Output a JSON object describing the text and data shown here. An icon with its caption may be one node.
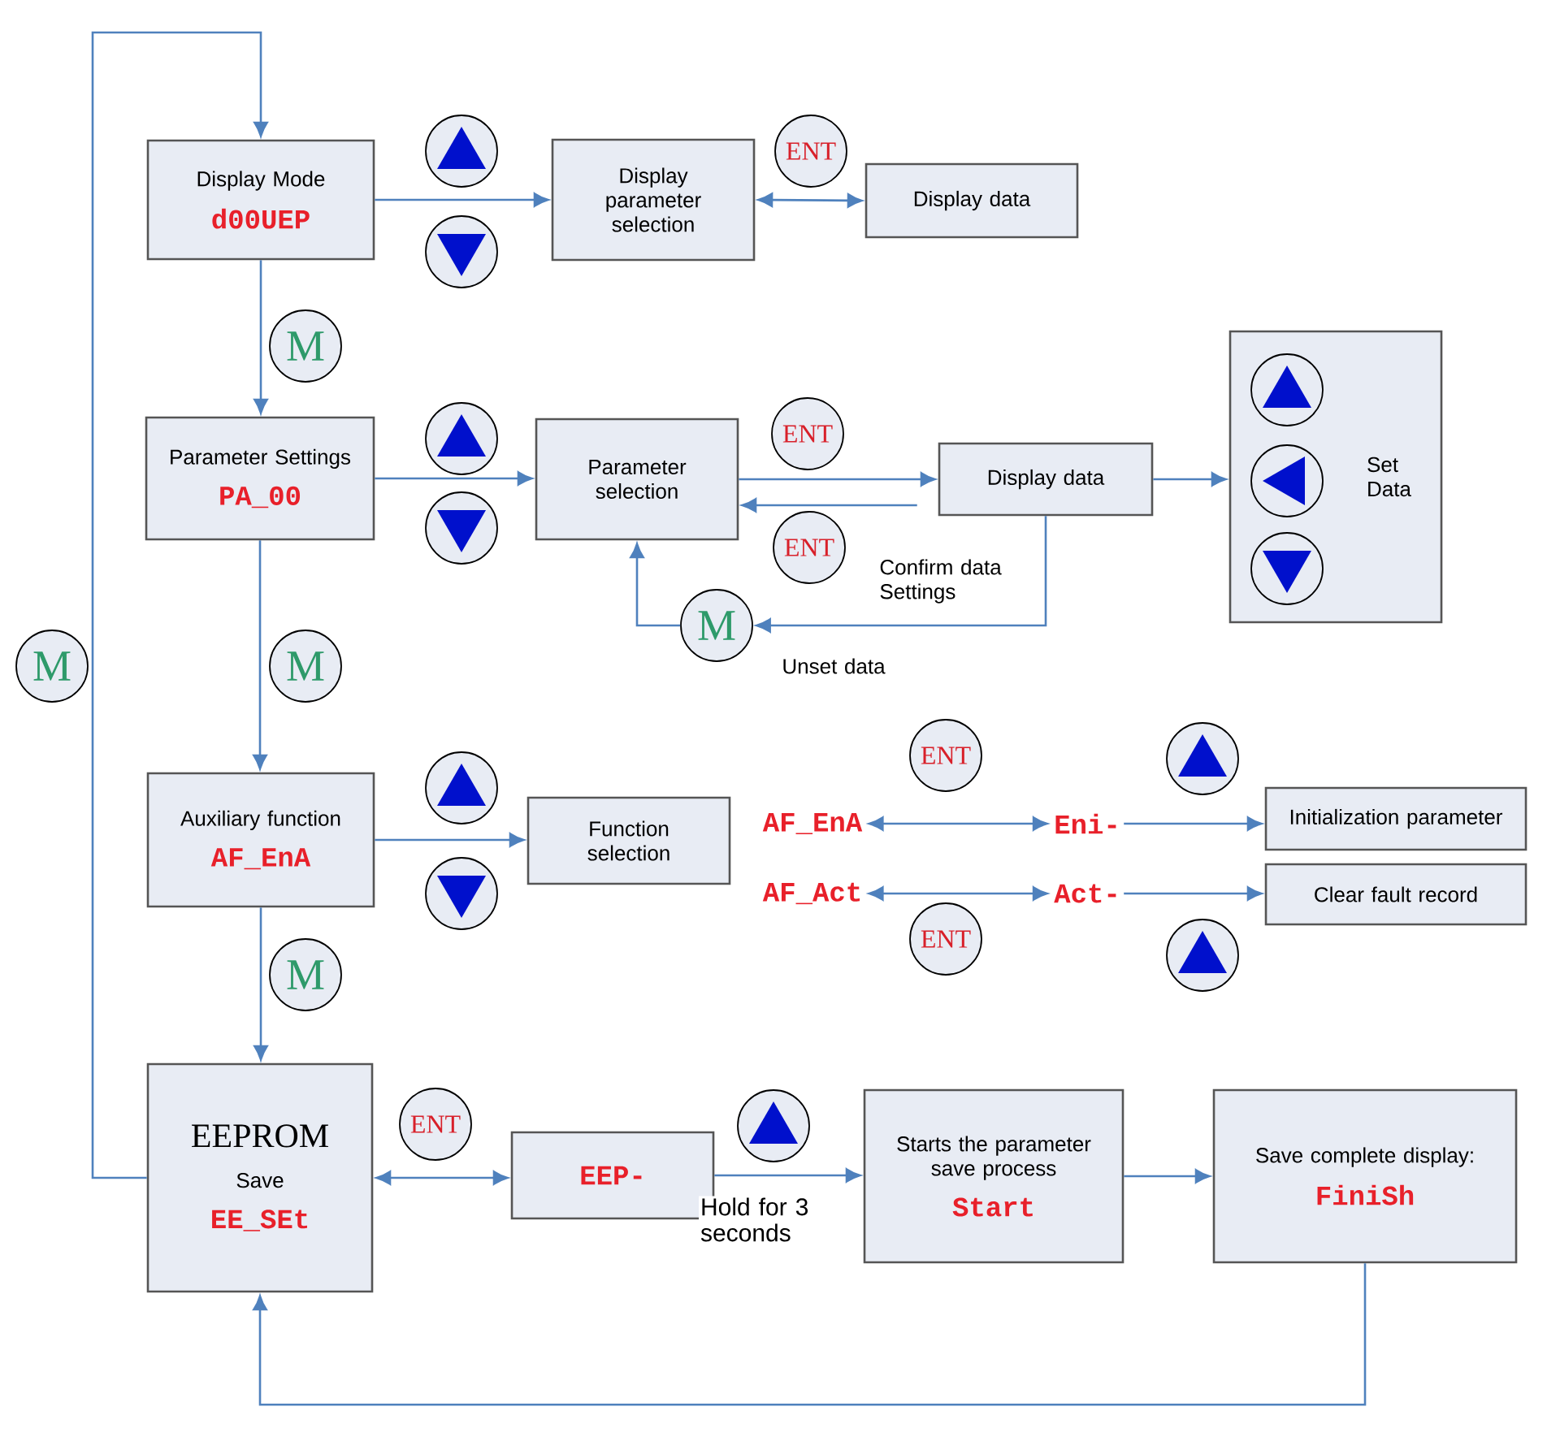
{
  "diagram": {
    "nodes": [
      {
        "text": [
          "Display Mode",
          "d00UEP"
        ]
      },
      {
        "text": [
          "Display parameter selection"
        ]
      },
      {
        "text": [
          "ENT"
        ]
      },
      {
        "text": [
          "Display data"
        ]
      },
      {
        "text": [
          "M"
        ]
      },
      {
        "text": [
          "Parameter Settings",
          "PA_00"
        ]
      },
      {
        "text": [
          "Parameter selection"
        ]
      },
      {
        "text": [
          "ENT"
        ]
      },
      {
        "text": [
          "Display data"
        ]
      },
      {
        "text": [
          "Set Data"
        ]
      },
      {
        "text": [
          "ENT"
        ],
        "beside": [
          "Confirm data Settings"
        ]
      },
      {
        "text": [
          "M"
        ],
        "beside": [
          "Unset data"
        ]
      },
      {
        "text": [
          "M"
        ]
      },
      {
        "text": [
          "M"
        ]
      },
      {
        "text": [
          "Auxiliary function",
          "AF_EnA"
        ]
      },
      {
        "text": [
          "Function selection"
        ]
      },
      {
        "text": [
          "ENT"
        ]
      },
      {
        "text": [
          "AF_EnA"
        ]
      },
      {
        "text": [
          "Eni-"
        ]
      },
      {
        "text": [
          "Initialization parameter"
        ]
      },
      {
        "text": [
          "AF_Act"
        ]
      },
      {
        "text": [
          "Act-"
        ]
      },
      {
        "text": [
          "Clear fault record"
        ]
      },
      {
        "text": [
          "ENT"
        ]
      },
      {
        "text": [
          "M"
        ]
      },
      {
        "text": [
          "EEPROM",
          "Save",
          "EE_SEt"
        ]
      },
      {
        "text": [
          "ENT"
        ]
      },
      {
        "text": [
          "EEP-"
        ]
      },
      {
        "text": [
          "Starts the parameter save process",
          "Start"
        ]
      },
      {
        "text": [
          "Save complete display:",
          "FiniSh"
        ]
      }
    ],
    "edges": [
      {
        "from": 0,
        "to": 1,
        "arrow": "to"
      },
      {
        "from": 1,
        "to": 3,
        "arrow": "both"
      },
      {
        "from": 0,
        "to": 5,
        "arrow": "to"
      },
      {
        "from": 5,
        "to": 6,
        "arrow": "to"
      },
      {
        "from": 6,
        "to": 8,
        "arrow": "to"
      },
      {
        "from": 8,
        "to": 6,
        "arrow": "to"
      },
      {
        "from": 8,
        "to": 9,
        "arrow": "to"
      },
      {
        "from": 8,
        "to": 11,
        "arrow": "to"
      },
      {
        "from": 11,
        "to": 6,
        "arrow": "to"
      },
      {
        "from": 5,
        "to": 14,
        "arrow": "to"
      },
      {
        "from": 14,
        "to": 15,
        "arrow": "to"
      },
      {
        "from": 17,
        "to": 18,
        "arrow": "both"
      },
      {
        "from": 18,
        "to": 19,
        "arrow": "to"
      },
      {
        "from": 20,
        "to": 21,
        "arrow": "both"
      },
      {
        "from": 21,
        "to": 22,
        "arrow": "to"
      },
      {
        "from": 14,
        "to": 25,
        "arrow": "to"
      },
      {
        "from": 25,
        "to": 27,
        "arrow": "both"
      },
      {
        "from": 27,
        "to": 28,
        "arrow": "to",
        "label": "Hold for 3 seconds"
      },
      {
        "from": 28,
        "to": 29,
        "arrow": "to"
      },
      {
        "from": 29,
        "to": 25,
        "arrow": "to"
      },
      {
        "from": 25,
        "to": 0,
        "arrow": "to"
      }
    ]
  }
}
